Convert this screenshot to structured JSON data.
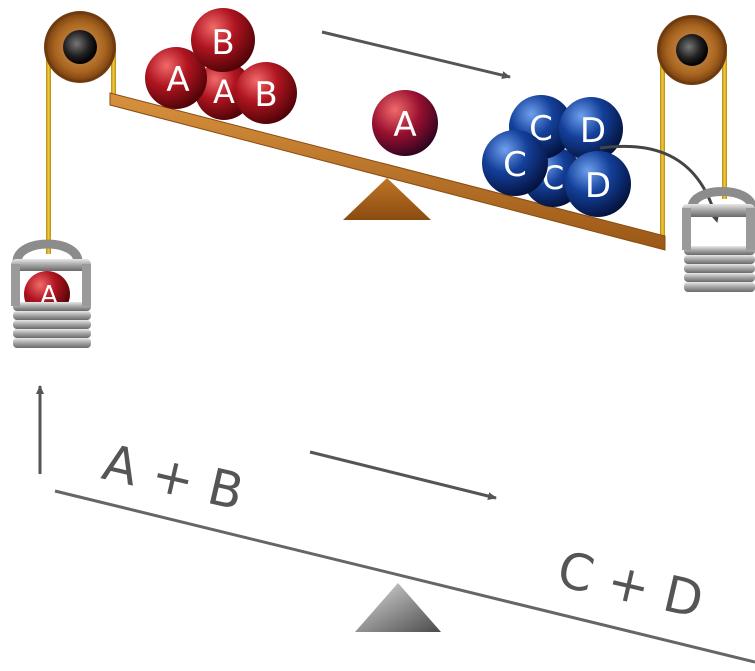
{
  "upper_scale": {
    "left_pan_balls": [
      "A",
      "A",
      "B",
      "B"
    ],
    "middle_ball": "A",
    "right_pan_balls": [
      "C",
      "C",
      "D",
      "D",
      "C"
    ],
    "left_weight_ball": "A"
  },
  "lower_equation": {
    "left_side": "A + B",
    "right_side": "C + D"
  },
  "colors": {
    "reactant_ball": "#b01520",
    "product_ball": "#14409a",
    "beam": "#c0792a",
    "rope": "#e2b21e",
    "pulley": "#9a5a1c",
    "weight": "#a7a7a7",
    "text_gray": "#555555"
  }
}
